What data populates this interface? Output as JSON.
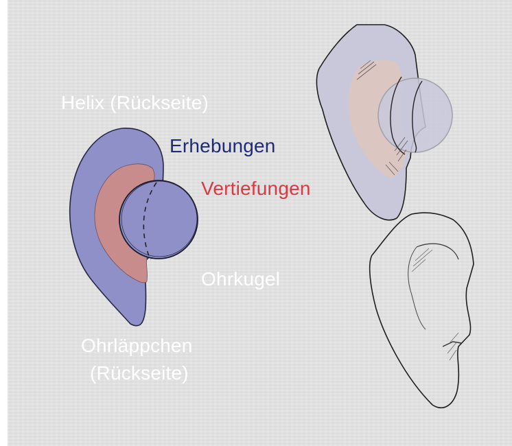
{
  "labels": {
    "helix": "Helix (Rückseite)",
    "raised": "Erhebungen",
    "recessed": "Vertiefungen",
    "ear_sphere": "Ohrkugel",
    "earlobe_line1": "Ohrläppchen",
    "earlobe_line2": "(Rückseite)"
  },
  "colors": {
    "background": "#e3e3e3",
    "raised_fill": "#8f90c8",
    "recessed_fill": "#c98c8c",
    "raised_label": "#1e2a78",
    "recessed_label": "#d83a44",
    "white_label": "#ffffff",
    "sketch_fill": "#c8c8da",
    "sketch_recess": "#dcc6c2",
    "line": "#222222"
  },
  "figures": [
    {
      "name": "schematic-ear",
      "description": "Flat colored ear diagram with sphere"
    },
    {
      "name": "shaded-ear-sketch",
      "description": "Lightly colored ear sketch with sphere"
    },
    {
      "name": "line-ear-sketch",
      "description": "Uncolored line drawing of ear"
    }
  ]
}
